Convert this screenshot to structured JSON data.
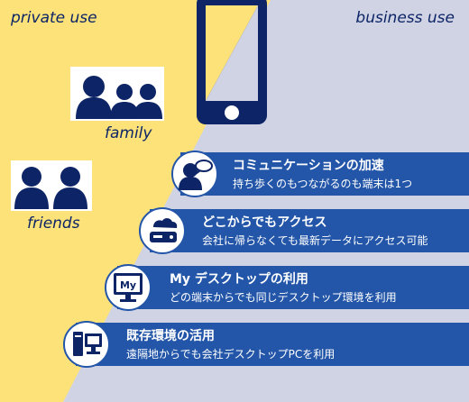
{
  "labels": {
    "private_use": "private use",
    "business_use": "business use",
    "family": "family",
    "friends": "friends"
  },
  "features": [
    {
      "title": "コミュニケーションの加速",
      "desc": "持ち歩くのもつながるのも端末は1つ",
      "icon": "chat-person-icon"
    },
    {
      "title": "どこからでもアクセス",
      "desc": "会社に帰らなくても最新データにアクセス可能",
      "icon": "cloud-server-icon"
    },
    {
      "title": "My デスクトップの利用",
      "desc": "どの端末からでも同じデスクトップ環境を利用",
      "icon": "monitor-my-icon",
      "icon_text": "My"
    },
    {
      "title": "既存環境の活用",
      "desc": "遠隔地からでも会社デスクトップPCを利用",
      "icon": "desktop-pc-icon"
    }
  ],
  "colors": {
    "private_bg": "#fde27a",
    "business_bg": "#cfd3e4",
    "navy": "#0d2466",
    "band": "#2356a8"
  }
}
